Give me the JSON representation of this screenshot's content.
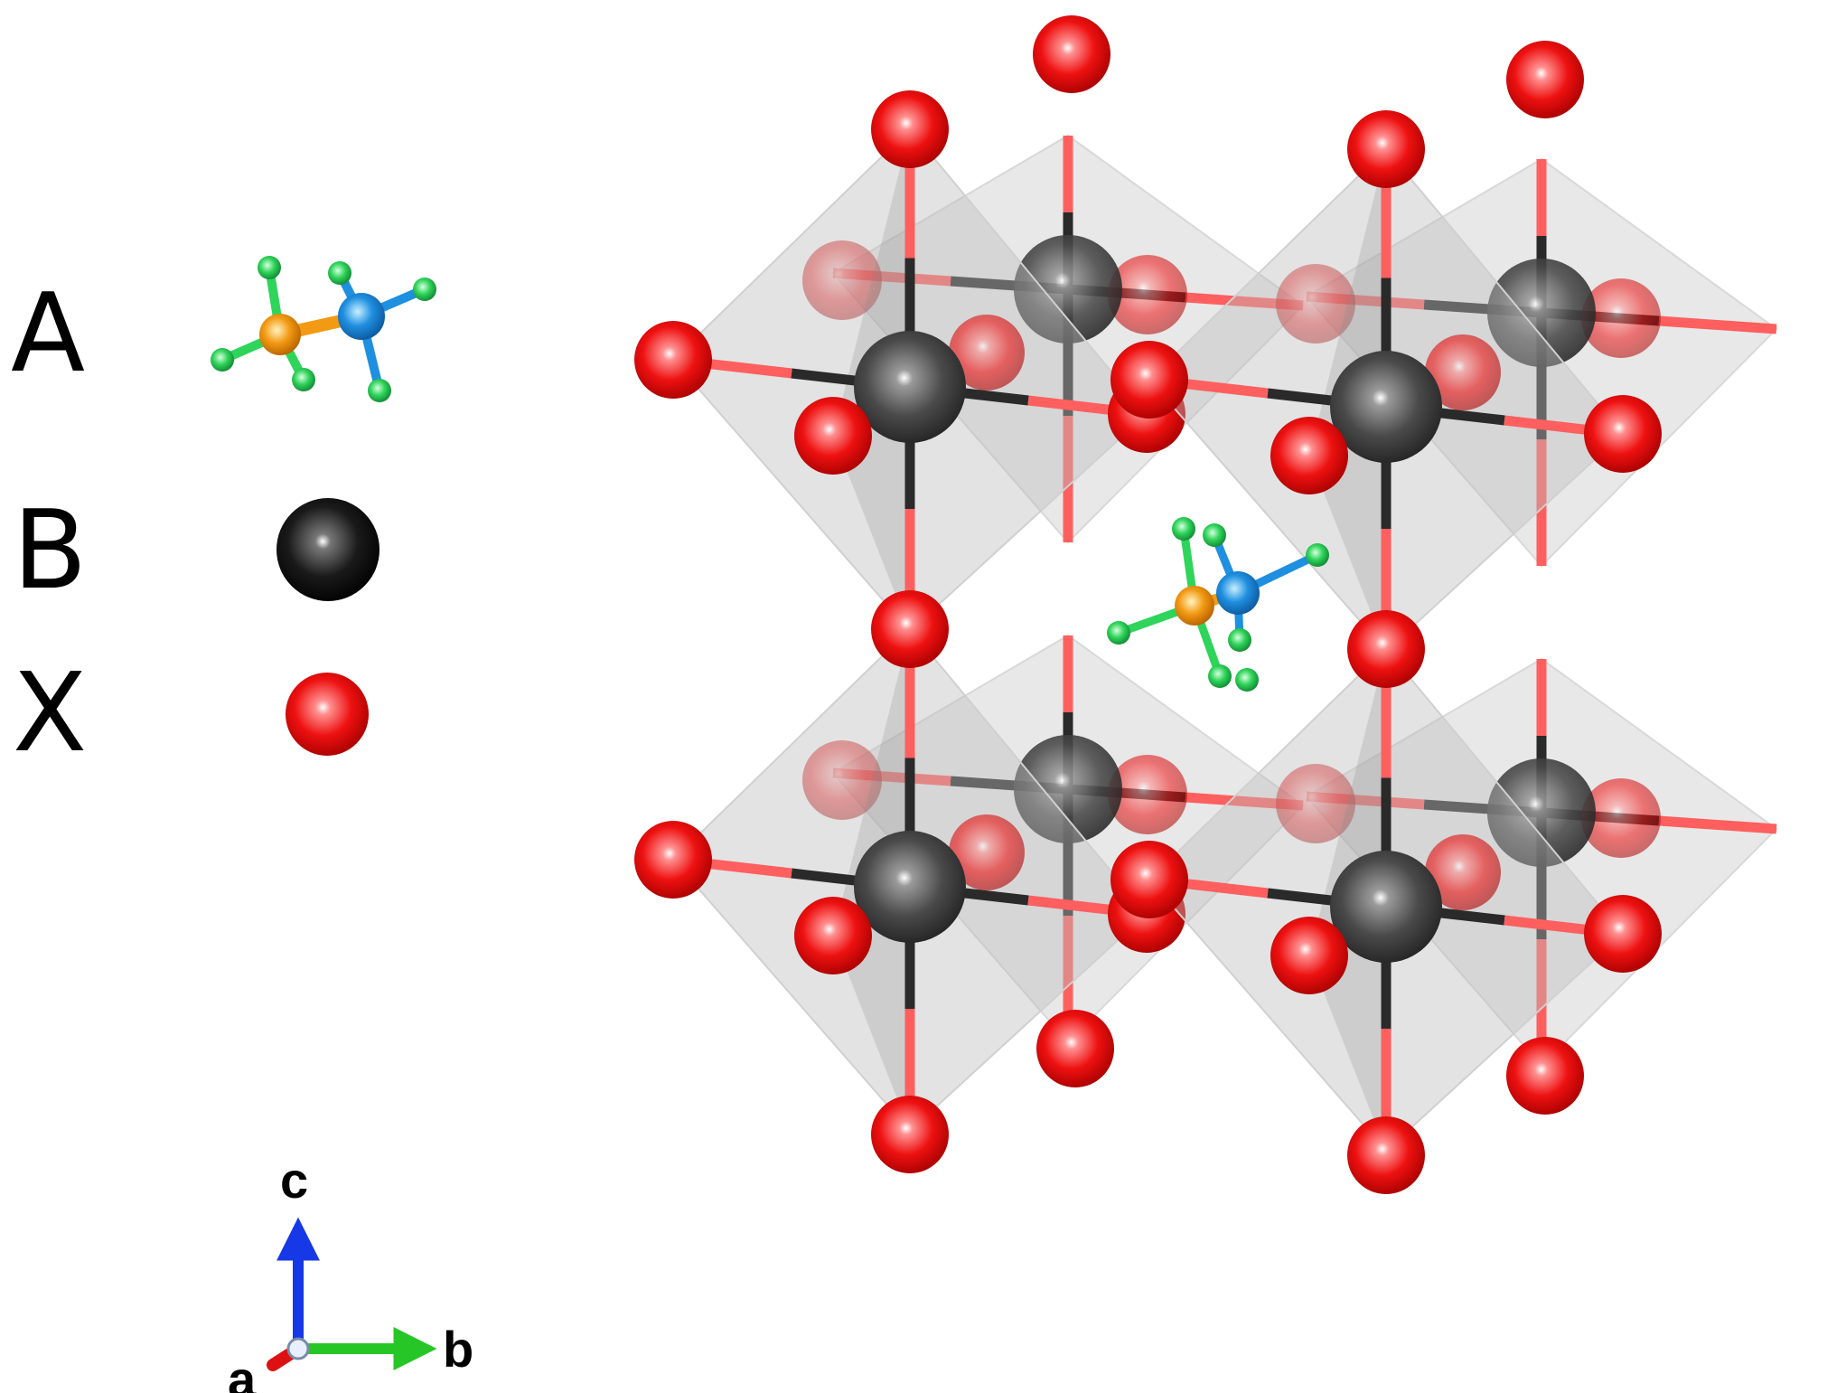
{
  "legend": {
    "items": [
      {
        "letter": "A",
        "kind": "molecule"
      },
      {
        "letter": "B",
        "kind": "atom-b"
      },
      {
        "letter": "X",
        "kind": "atom-x"
      }
    ]
  },
  "axes": {
    "c": "c",
    "b": "b",
    "a": "a"
  },
  "colors": {
    "b_atom": "#404040",
    "x_atom": "#ee1111",
    "octahedron": "#bdbdbd",
    "bond_b": "#2a2a2a",
    "bond_x": "#ff5f5f",
    "molecule_center_1": "#f39a14",
    "molecule_center_2": "#1f8fe0",
    "molecule_h": "#2fd45a",
    "axis_c": "#1638e6",
    "axis_b": "#26c626",
    "axis_a": "#dd1111"
  }
}
